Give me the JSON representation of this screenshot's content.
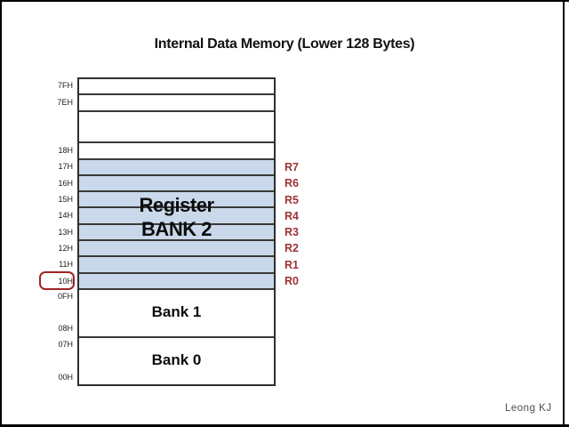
{
  "title": "Internal Data Memory (Lower 128 Bytes)",
  "memory_map": {
    "address_labels": [
      "7FH",
      "7EH",
      "18H",
      "17H",
      "16H",
      "15H",
      "14H",
      "13H",
      "12H",
      "11H",
      "10H",
      "0FH",
      "08H",
      "07H",
      "00H"
    ],
    "highlighted_address": "10H",
    "register_bank_line1": "Register",
    "register_bank_line2": "BANK 2",
    "register_labels": [
      "R7",
      "R6",
      "R5",
      "R4",
      "R3",
      "R2",
      "R1",
      "R0"
    ],
    "bank1_label": "Bank 1",
    "bank0_label": "Bank 0"
  },
  "watermark": "Leong KJ",
  "colors": {
    "bank2_fill": "#c9d8ea",
    "register_label_red": "#9c3336",
    "highlight_ring_red": "#a02424",
    "grid_line": "#3a3a3a",
    "frame_edge": "#000000"
  }
}
